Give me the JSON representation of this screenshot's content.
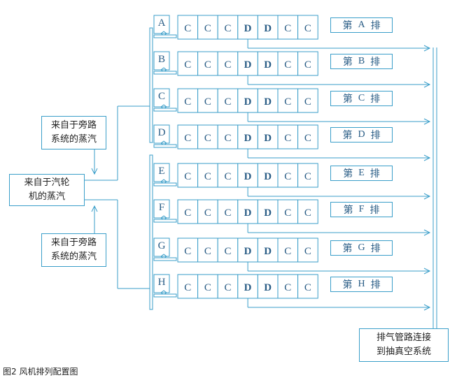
{
  "source_box": {
    "text": "来自于汽轮\n机的蒸汽"
  },
  "bypass_top": {
    "text": "来自于旁路\n系统的蒸汽"
  },
  "bypass_bottom": {
    "text": "来自于旁路\n系统的蒸汽"
  },
  "exhaust_box": {
    "text": "排气管路连接\n到抽真空系统"
  },
  "caption": "图2 风机排列配置图",
  "row_word_prefix": "第",
  "row_word_suffix": "排",
  "rows": [
    {
      "id": "A",
      "cells": [
        "C",
        "C",
        "C",
        "D",
        "D",
        "C",
        "C"
      ]
    },
    {
      "id": "B",
      "cells": [
        "C",
        "C",
        "C",
        "D",
        "D",
        "C",
        "C"
      ]
    },
    {
      "id": "C",
      "cells": [
        "C",
        "C",
        "C",
        "D",
        "D",
        "C",
        "C"
      ]
    },
    {
      "id": "D",
      "cells": [
        "C",
        "C",
        "C",
        "D",
        "D",
        "C",
        "C"
      ]
    },
    {
      "id": "E",
      "cells": [
        "C",
        "C",
        "C",
        "D",
        "D",
        "C",
        "C"
      ]
    },
    {
      "id": "F",
      "cells": [
        "C",
        "C",
        "C",
        "D",
        "D",
        "C",
        "C"
      ]
    },
    {
      "id": "G",
      "cells": [
        "C",
        "C",
        "C",
        "D",
        "D",
        "C",
        "C"
      ]
    },
    {
      "id": "H",
      "cells": [
        "C",
        "C",
        "C",
        "D",
        "D",
        "C",
        "C"
      ]
    }
  ],
  "colors": {
    "line": "#3a9ec9",
    "text": "#2a5d86"
  }
}
